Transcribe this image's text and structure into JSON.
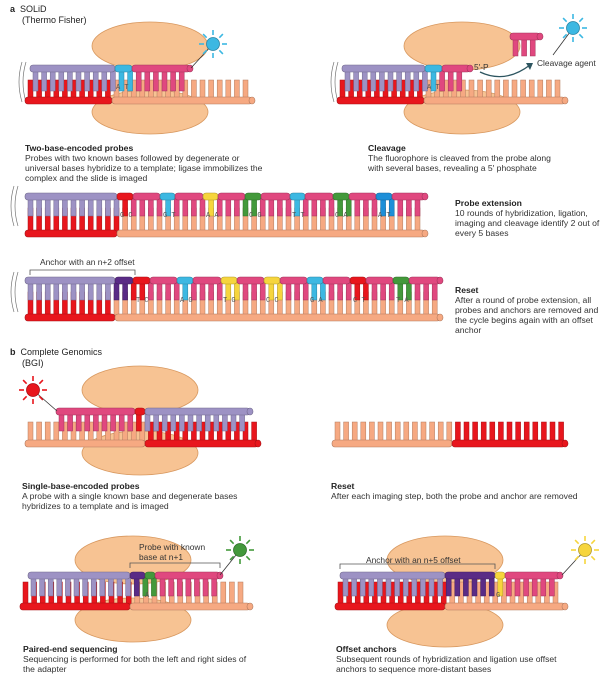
{
  "colors": {
    "purple": "#9d92c4",
    "pink": "#e0487f",
    "cyan": "#3cb8e2",
    "red": "#e8161d",
    "salmon": "#f6a982",
    "darkpurple": "#5a2b86",
    "green": "#43993b",
    "yellow": "#f6d53d",
    "blue": "#1d8fd8",
    "enzyme": "#f7c393"
  },
  "section_a": {
    "letter": "a",
    "title": "SOLiD",
    "subtitle": "(Thermo Fisher)"
  },
  "section_b": {
    "letter": "b",
    "title": "Complete Genomics",
    "subtitle": "(BGI)"
  },
  "panels": {
    "two_base": {
      "title": "Two-base-encoded probes",
      "lines": [
        "Probes with two known bases followed by degenerate or",
        "universal bases hybridize to a template; ligase immobilizes the",
        "complex and the slide is imaged"
      ],
      "bases": "A T"
    },
    "cleavage": {
      "title": "Cleavage",
      "lines": [
        "The fluorophore is cleaved from the probe along",
        "with several bases, revealing a 5′ phosphate"
      ],
      "phosphate_label": "5′-P",
      "agent_label": "Cleavage agent",
      "bases": "A T"
    },
    "probe_extension": {
      "title": "Probe extension",
      "lines": [
        "10 rounds of hybridization, ligation,",
        "imaging and cleavage identify 2 out of",
        "every 5 bases"
      ],
      "bases": [
        "G C",
        "G T",
        "A A",
        "C G",
        "T T",
        "C A",
        "A T"
      ]
    },
    "reset_a": {
      "title": "Reset",
      "lines": [
        "After a round of probe extension, all",
        "probes and anchors are removed and",
        "the cycle begins again with an offset",
        "anchor"
      ],
      "anchor_label": "Anchor with an n+2 offset",
      "bases": [
        "T C",
        "A G",
        "T G",
        "C C",
        "G A",
        "C T",
        "T A"
      ]
    },
    "single_base": {
      "title": "Single-base-encoded probes",
      "lines": [
        "A probe with a single known base and degenerate bases",
        "hybridizes to a template and is imaged"
      ]
    },
    "reset_b": {
      "title": "Reset",
      "lines": [
        "After each imaging step, both the probe and anchor are removed"
      ]
    },
    "paired_end": {
      "title": "Paired-end sequencing",
      "lines": [
        "Sequencing is performed for both the left and right sides of",
        "the adapter"
      ],
      "probe_label": [
        "Probe with known",
        "base at n+1"
      ],
      "base": "A"
    },
    "offset_anchors": {
      "title": "Offset anchors",
      "lines": [
        "Subsequent rounds of hybridization and ligation use offset",
        "anchors to sequence more-distant bases"
      ],
      "anchor_label": "Anchor with an n+5 offset",
      "base": "G"
    }
  }
}
